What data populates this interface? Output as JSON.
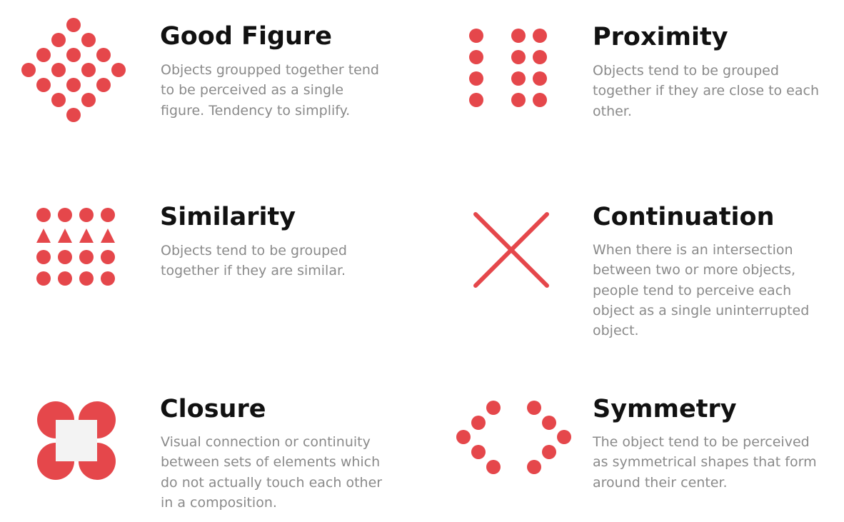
{
  "colors": {
    "accent": "#e5474b",
    "square_fill": "#f3f3f3",
    "title": "#111111",
    "description": "#8a8a8a"
  },
  "principles": [
    {
      "title": "Good Figure",
      "description_lines": [
        "Objects groupped together tend",
        "to be perceived as a single",
        "figure. Tendency to simplify."
      ],
      "icon": "diamond-dots-icon"
    },
    {
      "title": "Proximity",
      "description_lines": [
        "Objects tend to be grouped",
        "together if they are close to each",
        "other."
      ],
      "icon": "grouped-dot-columns-icon"
    },
    {
      "title": "Similarity",
      "description_lines": [
        "Objects tend to be grouped",
        "together if they are similar."
      ],
      "icon": "dots-and-triangles-grid-icon"
    },
    {
      "title": "Continuation",
      "description_lines": [
        "When there is an intersection",
        "between two or more objects,",
        "people tend to perceive each",
        "object as a single uninterrupted",
        "object."
      ],
      "icon": "crossed-lines-icon"
    },
    {
      "title": "Closure",
      "description_lines": [
        "Visual connection or continuity",
        "between sets of elements which",
        "do not actually touch each other",
        "in a composition."
      ],
      "icon": "circles-with-square-icon"
    },
    {
      "title": "Symmetry",
      "description_lines": [
        "The object tend to be perceived",
        "as symmetrical shapes that form",
        "around their center."
      ],
      "icon": "symmetric-brackets-icon"
    }
  ]
}
